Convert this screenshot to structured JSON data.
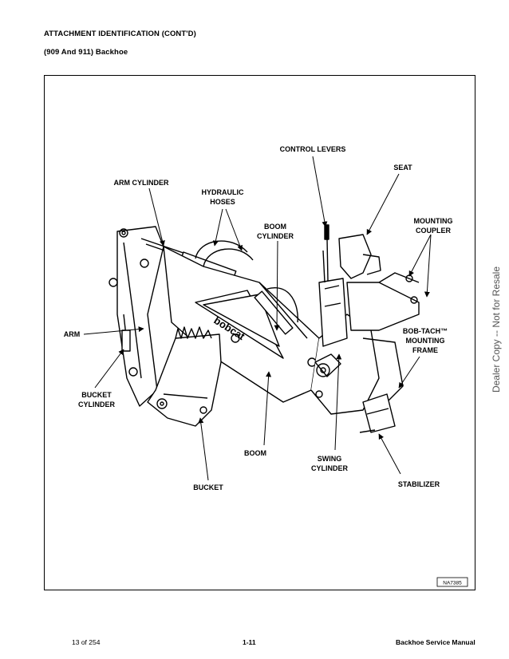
{
  "header": {
    "title": "ATTACHMENT IDENTIFICATION (CONT'D)",
    "subtitle": "(909 And 911) Backhoe"
  },
  "figure": {
    "labels": {
      "control_levers": "CONTROL LEVERS",
      "seat": "SEAT",
      "arm_cylinder": "ARM CYLINDER",
      "hydraulic": "HYDRAULIC",
      "hoses": "HOSES",
      "boom_cyl_1": "BOOM",
      "boom_cyl_2": "CYLINDER",
      "mounting": "MOUNTING",
      "coupler": "COUPLER",
      "arm": "ARM",
      "bobtach": "BOB-TACH™",
      "bobtach_mounting": "MOUNTING",
      "frame": "FRAME",
      "bucket_cyl_1": "BUCKET",
      "bucket_cyl_2": "CYLINDER",
      "boom": "BOOM",
      "swing": "SWING",
      "swing_cyl": "CYLINDER",
      "stabilizer": "STABILIZER",
      "bucket": "BUCKET",
      "logo": "bobcat"
    },
    "figure_code": "NA7385"
  },
  "watermark": "Dealer Copy -- Not for Resale",
  "footer": {
    "page_count": "13 of 254",
    "page_number": "1-11",
    "manual": "Backhoe Service Manual"
  }
}
